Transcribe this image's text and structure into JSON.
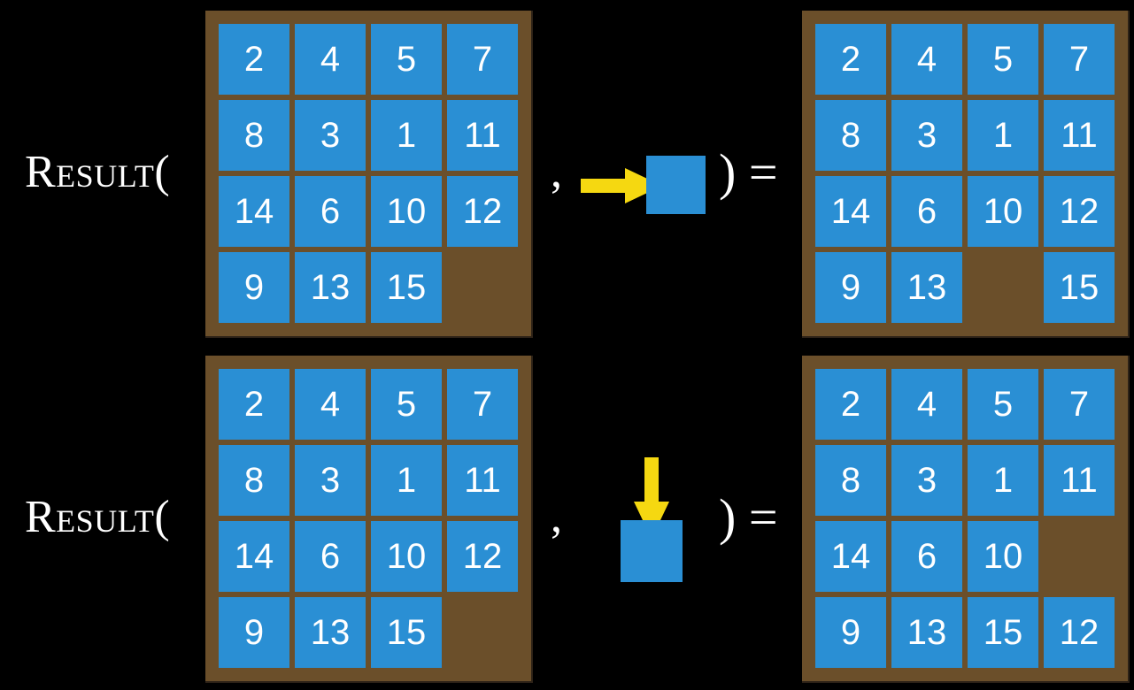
{
  "page": {
    "background_color": "#000000",
    "board_color": "#6b4f2a",
    "tile_color": "#2a8fd4",
    "tile_text_color": "#ffffff",
    "arrow_color": "#f5d811",
    "text_color": "#ffffff"
  },
  "rows": [
    {
      "label": "Result(",
      "comma": ",",
      "close": ") =",
      "action": {
        "direction": "right",
        "icon": "arrow-right-icon"
      },
      "input_board": {
        "cells": [
          [
            "2",
            "4",
            "5",
            "7"
          ],
          [
            "8",
            "3",
            "1",
            "11"
          ],
          [
            "14",
            "6",
            "10",
            "12"
          ],
          [
            "9",
            "13",
            "15",
            ""
          ]
        ]
      },
      "output_board": {
        "cells": [
          [
            "2",
            "4",
            "5",
            "7"
          ],
          [
            "8",
            "3",
            "1",
            "11"
          ],
          [
            "14",
            "6",
            "10",
            "12"
          ],
          [
            "9",
            "13",
            "",
            "15"
          ]
        ]
      }
    },
    {
      "label": "Result(",
      "comma": ",",
      "close": ") =",
      "action": {
        "direction": "down",
        "icon": "arrow-down-icon"
      },
      "input_board": {
        "cells": [
          [
            "2",
            "4",
            "5",
            "7"
          ],
          [
            "8",
            "3",
            "1",
            "11"
          ],
          [
            "14",
            "6",
            "10",
            "12"
          ],
          [
            "9",
            "13",
            "15",
            ""
          ]
        ]
      },
      "output_board": {
        "cells": [
          [
            "2",
            "4",
            "5",
            "7"
          ],
          [
            "8",
            "3",
            "1",
            "11"
          ],
          [
            "14",
            "6",
            "10",
            ""
          ],
          [
            "9",
            "13",
            "15",
            "12"
          ]
        ]
      }
    }
  ]
}
